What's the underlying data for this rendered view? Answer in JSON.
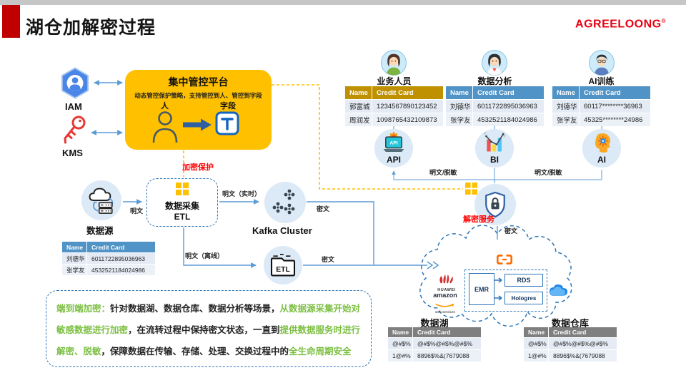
{
  "header": {
    "title": "湖仓加解密过程",
    "logo": "AGREELOONG",
    "logo_mark": "®"
  },
  "left": {
    "iam": "IAM",
    "kms": "KMS"
  },
  "platform": {
    "title": "集中管控平台",
    "subtitle": "动态管控保护策略，支持管控到人、管控到字段",
    "person_label": "人",
    "field_label": "字段"
  },
  "labels": {
    "encrypt_protect": "加密保护",
    "decrypt_service": "解密服务",
    "plain": "明文",
    "plain_realtime": "明文（实时）",
    "plain_offline": "明文（离线）",
    "cipher": "密文",
    "plain_masked": "明文/脱敏"
  },
  "nodes": {
    "datasource": "数据源",
    "etl_collect_line1": "数据采集",
    "etl_collect_line2": "ETL",
    "kafka": "Kafka Cluster",
    "etl_icon_text": "ETL",
    "api": "API",
    "bi": "BI",
    "ai": "AI"
  },
  "personas": [
    {
      "name": "业务人员",
      "header": [
        "Name",
        "Credit Card"
      ],
      "rows": [
        [
          "郭富城",
          "1234567890123452"
        ],
        [
          "周润发",
          "1098765432109873"
        ]
      ]
    },
    {
      "name": "数据分析",
      "header": [
        "Name",
        "Credit Card"
      ],
      "rows": [
        [
          "刘德华",
          "6011722895036963"
        ],
        [
          "张学友",
          "4532521184024986"
        ]
      ]
    },
    {
      "name": "AI训练",
      "header": [
        "Name",
        "Credit Card"
      ],
      "rows": [
        [
          "刘德华",
          "60117********36963"
        ],
        [
          "张学友",
          "45325********24986"
        ]
      ]
    }
  ],
  "source_table": {
    "header": [
      "Name",
      "Credit Card"
    ],
    "rows": [
      [
        "刘德华",
        "6011722895036963"
      ],
      [
        "张学友",
        "4532521184024986"
      ]
    ]
  },
  "cloud": {
    "emr": "EMR",
    "rds": "RDS",
    "hologres": "Hologres",
    "huawei": "HUAWEI",
    "amazon": "amazon",
    "amazon_sub": "web services"
  },
  "storage_tables": [
    {
      "name": "数据湖",
      "header": [
        "Name",
        "Credit Card"
      ],
      "rows": [
        [
          "@#$%",
          "@#$%@#$%@#$%"
        ],
        [
          "1@#%",
          "8896$%&(7679088"
        ]
      ]
    },
    {
      "name": "数据仓库",
      "header": [
        "Name",
        "Credit Card"
      ],
      "rows": [
        [
          "@#$%",
          "@#$%@#$%@#$%"
        ],
        [
          "1@#%",
          "8896$%&(7679088"
        ]
      ]
    }
  ],
  "summary": {
    "segments": [
      {
        "text": "端到端加密：",
        "color": "green"
      },
      {
        "text": "针对数据湖、数据仓库、数据分析等场景，",
        "color": "black"
      },
      {
        "text": "从数据源采集开始对敏感数据进行加密",
        "color": "green"
      },
      {
        "text": "，在流转过程中保持密文状态，一直到",
        "color": "black"
      },
      {
        "text": "提供数据服务时进行解密、脱敏",
        "color": "green"
      },
      {
        "text": "，保障数据在传输、存储、处理、交换过程中的",
        "color": "black"
      },
      {
        "text": "全生命周期安全",
        "color": "green"
      }
    ]
  },
  "colors": {
    "accent_red": "#C00000",
    "brand_red": "#E60012",
    "accent_yellow": "#FFC000",
    "line_blue": "#5B9BD5",
    "dash_blue": "#2E75B6",
    "green": "#7CBF43",
    "header_gold": "#BF9000",
    "header_blue": "#4F93C7",
    "header_gray": "#7F7F7F",
    "circle_bg": "#DCE9F6"
  }
}
